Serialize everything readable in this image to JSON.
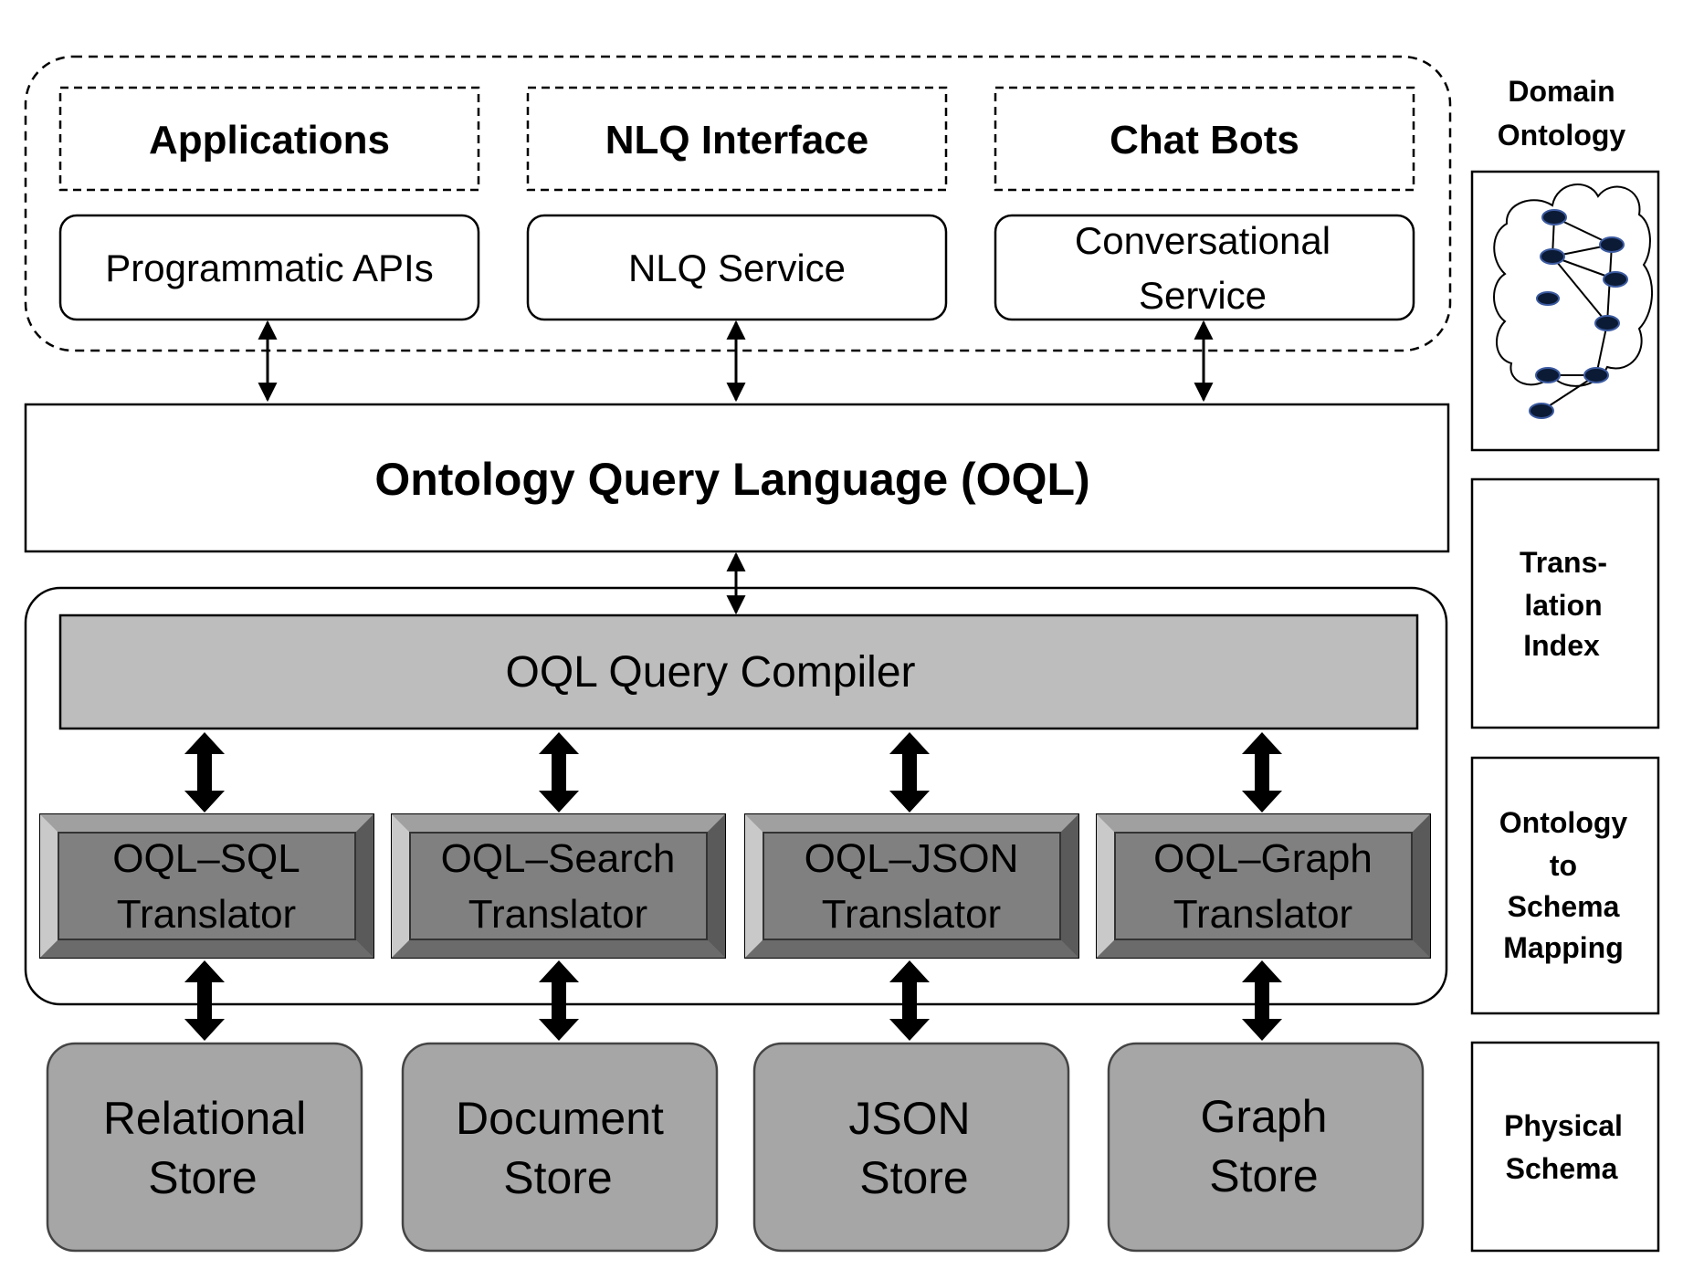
{
  "clients": {
    "applications": "Applications",
    "nlq_interface": "NLQ Interface",
    "chat_bots": "Chat Bots"
  },
  "services": {
    "programmatic_apis": "Programmatic APIs",
    "nlq_service": "NLQ Service",
    "conversational_line1": "Conversational",
    "conversational_line2": "Service"
  },
  "oql": {
    "title": "Ontology Query Language (OQL)",
    "compiler": "OQL Query Compiler"
  },
  "translators": [
    {
      "line1": "OQL–SQL",
      "line2": "Translator"
    },
    {
      "line1": "OQL–Search",
      "line2": "Translator"
    },
    {
      "line1": "OQL–JSON",
      "line2": "Translator"
    },
    {
      "line1": "OQL–Graph",
      "line2": "Translator"
    }
  ],
  "stores": [
    {
      "line1": "Relational",
      "line2": "Store"
    },
    {
      "line1": "Document",
      "line2": "Store"
    },
    {
      "line1": "JSON",
      "line2": "Store"
    },
    {
      "line1": "Graph",
      "line2": "Store"
    }
  ],
  "side_panel": {
    "domain_ontology_line1": "Domain",
    "domain_ontology_line2": "Ontology",
    "translation_index_line1": "Trans-",
    "translation_index_line2": "lation",
    "translation_index_line3": "Index",
    "mapping_line1": "Ontology",
    "mapping_line2": "to",
    "mapping_line3": "Schema",
    "mapping_line4": "Mapping",
    "physical_line1": "Physical",
    "physical_line2": "Schema"
  },
  "colors": {
    "compiler_fill": "#bdbdbd",
    "translator_fill": "#808080",
    "store_fill": "#a6a6a6",
    "node_fill": "#0b1a35"
  }
}
